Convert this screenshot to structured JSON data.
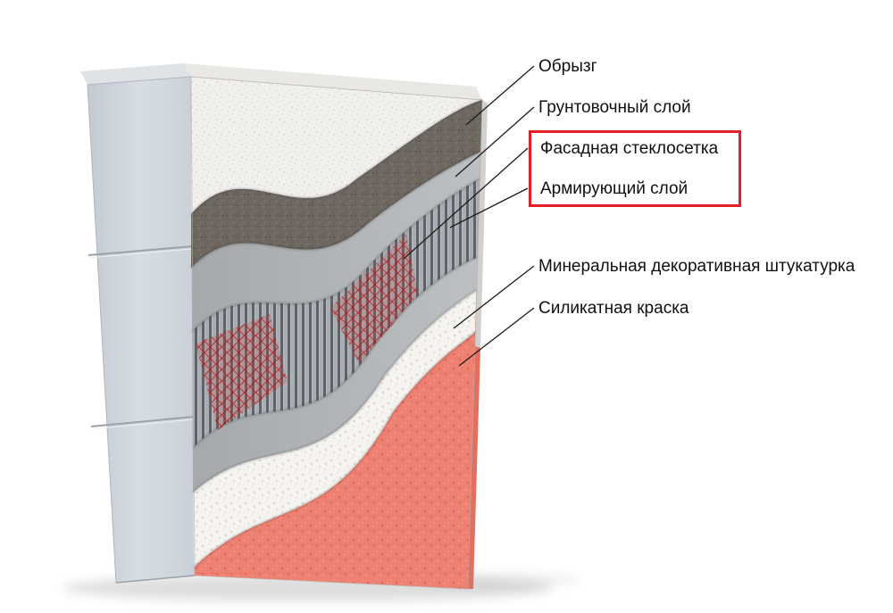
{
  "page": {
    "background": "#ffffff",
    "type": "wall-plaster-layers-cutaway-diagram"
  },
  "diagram": {
    "labels": [
      {
        "text": "Обрызг",
        "highlighted": false
      },
      {
        "text": "Грунтовочный слой",
        "highlighted": false
      },
      {
        "text": "Фасадная стеклосетка",
        "highlighted": true
      },
      {
        "text": "Армирующий слой",
        "highlighted": true
      },
      {
        "text": "Минеральная декоративная штукатурка",
        "highlighted": false
      },
      {
        "text": "Силикатная краска",
        "highlighted": false
      }
    ],
    "colors": {
      "highlight_box": "#e31e24",
      "mesh_red": "#c21f1f",
      "spray_coat_dark": "#6e6861",
      "primer_gray": "#b2b5b8",
      "plaster_white": "#f5f4f0",
      "paint_salmon": "#ee8172",
      "panel_gray_blue": "#ccd3da",
      "leader_line": "#1c1c1c"
    }
  }
}
